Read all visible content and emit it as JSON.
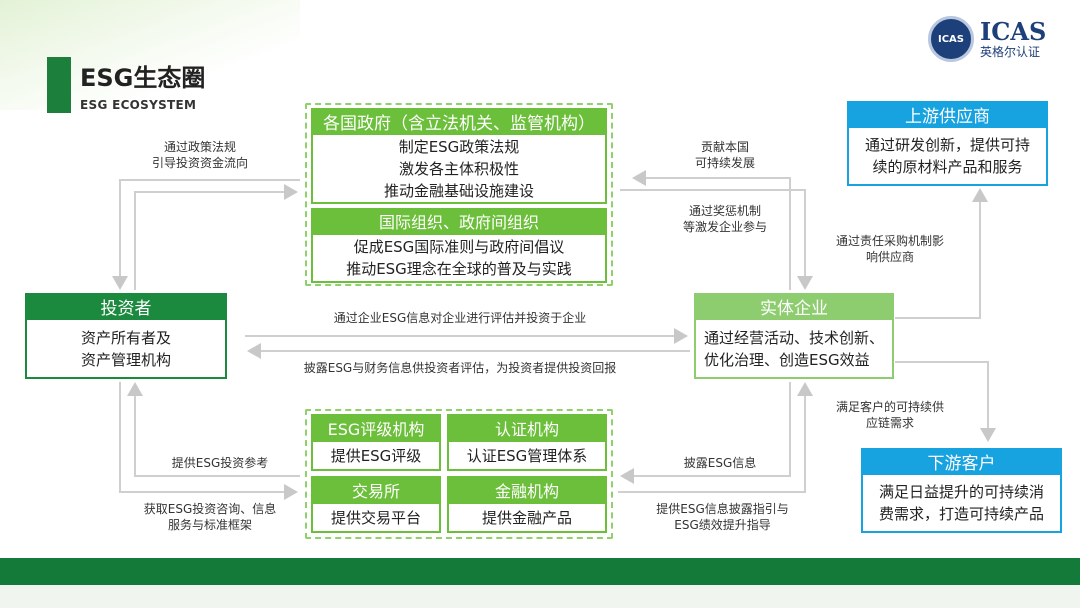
{
  "header": {
    "title": "ESG生态圈",
    "subtitle": "ESG ECOSYSTEM",
    "logo_text": "ICAS",
    "logo_cn": "英格尔认证"
  },
  "government": {
    "title": "各国政府（含立法机关、监管机构）",
    "lines": [
      "制定ESG政策法规",
      "激发各主体积极性",
      "推动金融基础设施建设"
    ],
    "intl_title": "国际组织、政府间组织",
    "intl_lines": [
      "促成ESG国际准则与政府间倡议",
      "推动ESG理念在全球的普及与实践"
    ]
  },
  "investor": {
    "title": "投资者",
    "lines": [
      "资产所有者及",
      "资产管理机构"
    ]
  },
  "enterprise": {
    "title": "实体企业",
    "lines": [
      "通过经营活动、技术创新、",
      "优化治理、创造ESG效益"
    ]
  },
  "upstream": {
    "title": "上游供应商",
    "lines": [
      "通过研发创新，提供可持",
      "续的原材料产品和服务"
    ]
  },
  "downstream": {
    "title": "下游客户",
    "lines": [
      "满足日益提升的可持续消",
      "费需求，打造可持续产品"
    ]
  },
  "services": [
    {
      "title": "ESG评级机构",
      "body": "提供ESG评级"
    },
    {
      "title": "认证机构",
      "body": "认证ESG管理体系"
    },
    {
      "title": "交易所",
      "body": "提供交易平台"
    },
    {
      "title": "金融机构",
      "body": "提供金融产品"
    }
  ],
  "labels": {
    "policy": [
      "通过政策法规",
      "引导投资资金流向"
    ],
    "contribute": [
      "贡献本国",
      "可持续发展"
    ],
    "incentive": [
      "通过奖惩机制",
      "等激发企业参与"
    ],
    "evaluate": "通过企业ESG信息对企业进行评估并投资于企业",
    "disclose_fin": "披露ESG与财务信息供投资者评估，为投资者提供投资回报",
    "procure": [
      "通过责任采购机制影",
      "响供应商"
    ],
    "supply": [
      "满足客户的可持续供",
      "应链需求"
    ],
    "ref": "提供ESG投资参考",
    "consult": [
      "获取ESG投资咨询、信息",
      "服务与标准框架"
    ],
    "disclose": "披露ESG信息",
    "guide": [
      "提供ESG信息披露指引与",
      "ESG绩效提升指导"
    ]
  },
  "colors": {
    "green_dark": "#1c7f3c",
    "green": "#6cbf3a",
    "green_light": "#8dcc6f",
    "blue": "#17a2e0"
  }
}
